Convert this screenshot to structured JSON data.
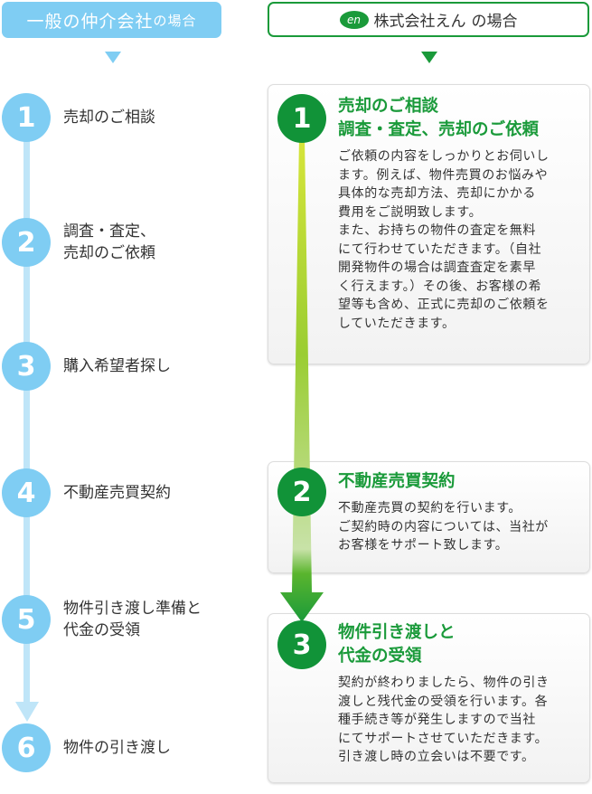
{
  "left": {
    "header_main": "一般の仲介会社",
    "header_suffix": "の場合",
    "steps": [
      {
        "num": "1",
        "label": "売却のご相談"
      },
      {
        "num": "2",
        "label": "調査・査定、\n売却のご依頼"
      },
      {
        "num": "3",
        "label": "購入希望者探し"
      },
      {
        "num": "4",
        "label": "不動産売買契約"
      },
      {
        "num": "5",
        "label": "物件引き渡し準備と\n代金の受領"
      },
      {
        "num": "6",
        "label": "物件の引き渡し"
      }
    ]
  },
  "right": {
    "logo_text": "en",
    "header_main": "株式会社えん",
    "header_suffix": "の場合",
    "steps": [
      {
        "num": "1",
        "title": [
          "売却のご相談",
          "調査・査定、売却のご依頼"
        ],
        "body": [
          "ご依頼の内容をしっかりとお伺いし",
          "ます。例えば、物件売買のお悩みや",
          "具体的な売却方法、売却にかかる",
          "費用をご説明致します。",
          "また、お持ちの物件の査定を無料",
          "にて行わせていただきます。（自社",
          "開発物件の場合は調査査定を素早",
          "く行えます。）その後、お客様の希",
          "望等も含め、正式に売却のご依頼を",
          "していただきます。"
        ]
      },
      {
        "num": "2",
        "title": [
          "不動産売買契約"
        ],
        "body": [
          "不動産売買の契約を行います。",
          "ご契約時の内容については、当社が",
          "お客様をサポート致します。"
        ]
      },
      {
        "num": "3",
        "title": [
          "物件引き渡しと",
          "代金の受領"
        ],
        "body": [
          "契約が終わりましたら、物件の引き",
          "渡しと残代金の受領を行います。各",
          "種手続き等が発生しますので当社",
          "にてサポートさせていただきます。",
          "引き渡し時の立会いは不要です。"
        ]
      }
    ]
  },
  "colors": {
    "blue": "#7fcdf3",
    "green": "#1a9a3a"
  }
}
